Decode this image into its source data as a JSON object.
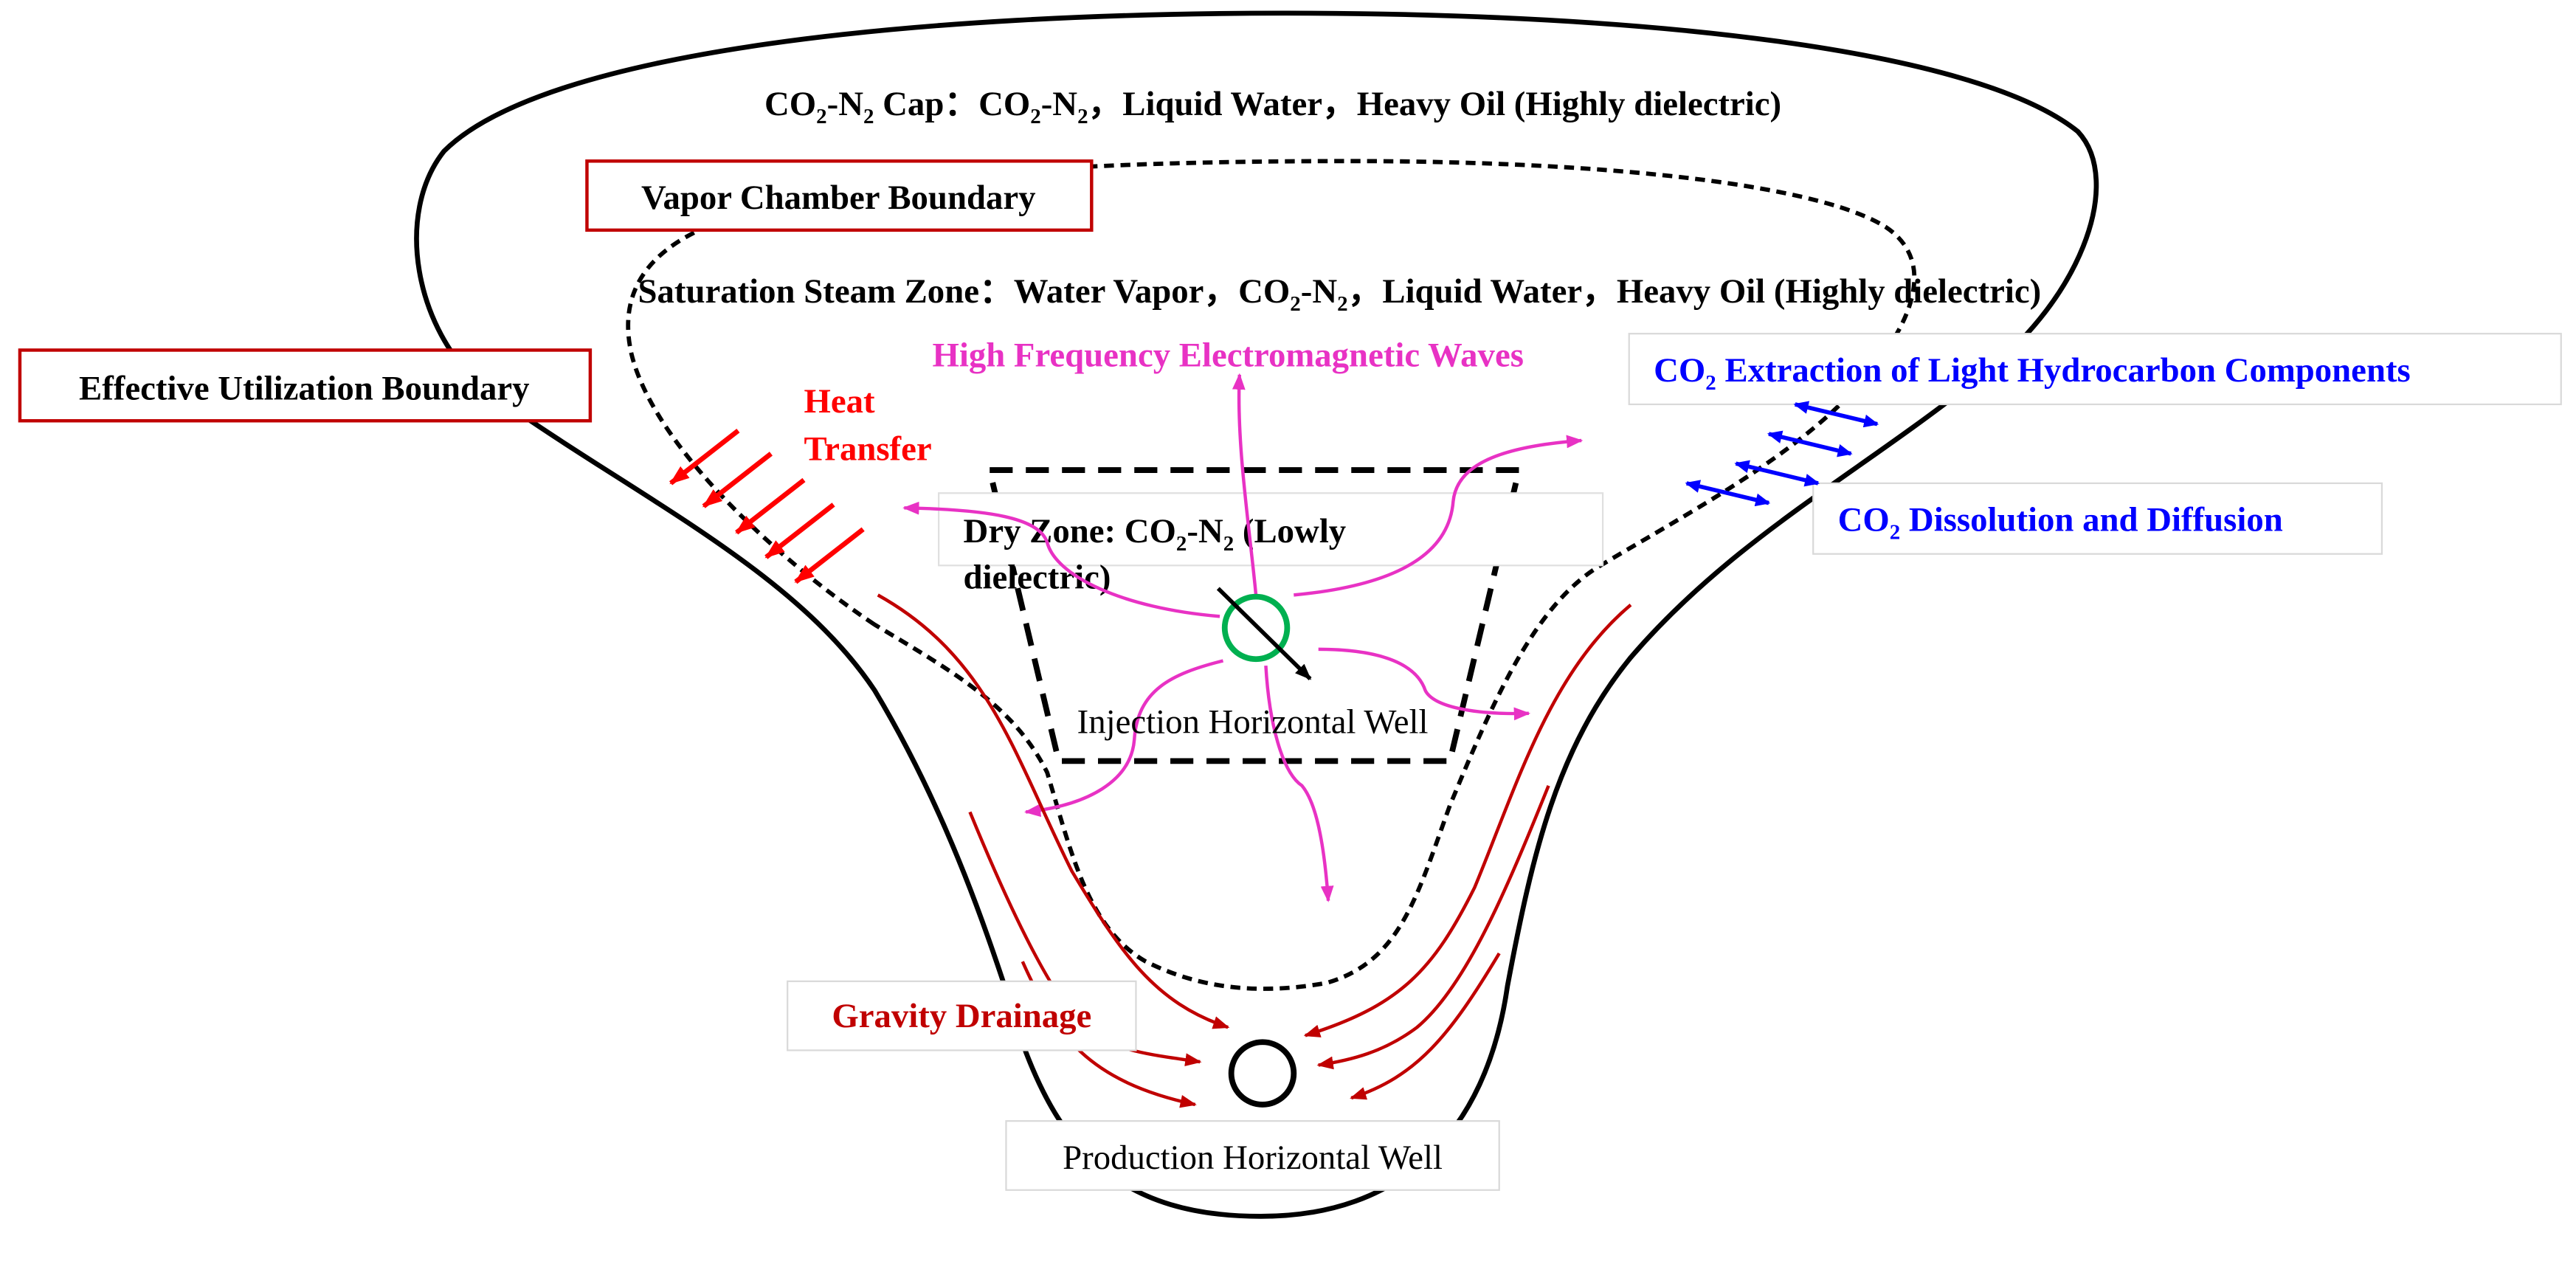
{
  "labels": {
    "cap_prefix": "CO",
    "cap_sub1": "2",
    "cap_mid": "-N",
    "cap_sub2": "2",
    "cap_colon": " Cap：CO",
    "cap_sub3": "2",
    "cap_mid2": "-N",
    "cap_sub4": "2",
    "cap_tail": "，Liquid Water，Heavy Oil (Highly dielectric)",
    "vapor_chamber_boundary": "Vapor Chamber Boundary",
    "sat_head": "Saturation Steam Zone：Water Vapor，CO",
    "sat_sub1": "2",
    "sat_mid": "-N",
    "sat_sub2": "2",
    "sat_tail": "，Liquid Water，Heavy Oil (Highly dielectric)",
    "effective_boundary": "Effective Utilization Boundary",
    "heat_transfer_1": "Heat",
    "heat_transfer_2": "Transfer",
    "hf_waves": "High Frequency Electromagnetic Waves",
    "extraction_co": "CO",
    "extraction_sub": "2",
    "extraction_tail": " Extraction of Light Hydrocarbon Components",
    "dissolution_co": "CO",
    "dissolution_sub": "2",
    "dissolution_tail": " Dissolution and Diffusion",
    "dry_head": "Dry Zone: CO",
    "dry_sub1": "2",
    "dry_mid": "-N",
    "dry_sub2": "2",
    "dry_tail": " (Lowly",
    "dry_line2": "dielectric)",
    "injection_well": "Injection Horizontal Well",
    "gravity_drainage": "Gravity Drainage",
    "production_well": "Production Horizontal Well"
  },
  "colors": {
    "outline": "#000000",
    "label_box_border": "#c00000",
    "heat_red": "#ff0000",
    "drainage_red": "#c00000",
    "em_magenta": "#e832c4",
    "co2_blue": "#0000ff",
    "injection_green": "#00b050"
  }
}
